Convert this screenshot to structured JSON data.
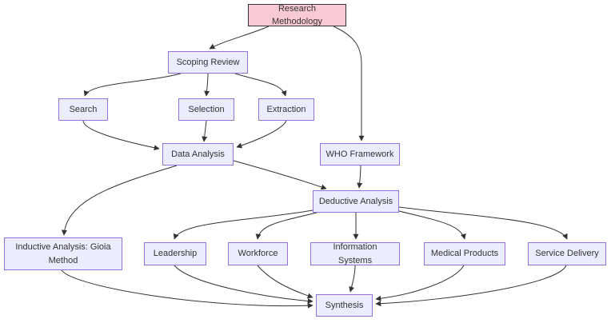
{
  "diagram": {
    "type": "flowchart",
    "direction": "top-down",
    "title": "Research Methodology flowchart"
  },
  "colors": {
    "node_fill": "#ECECFF",
    "node_border": "#9370DB",
    "highlight_fill": "#F9C9D4",
    "highlight_border": "#333333",
    "edge": "#333333",
    "text": "#333333",
    "background": "#FFFFFF"
  },
  "nodes": {
    "research": {
      "label": "Research Methodology",
      "highlighted": true
    },
    "scoping": {
      "label": "Scoping Review"
    },
    "search": {
      "label": "Search"
    },
    "selection": {
      "label": "Selection"
    },
    "extraction": {
      "label": "Extraction"
    },
    "data": {
      "label": "Data Analysis"
    },
    "who": {
      "label": "WHO Framework"
    },
    "deductive": {
      "label": "Deductive Analysis"
    },
    "inductive": {
      "label": "Inductive Analysis: Gioia Method"
    },
    "leadership": {
      "label": "Leadership"
    },
    "workforce": {
      "label": "Workforce"
    },
    "infosys": {
      "label": "Information Systems"
    },
    "medical": {
      "label": "Medical Products"
    },
    "service": {
      "label": "Service Delivery"
    },
    "synthesis": {
      "label": "Synthesis"
    }
  },
  "edges": [
    {
      "from": "Research Methodology",
      "to": "Scoping Review"
    },
    {
      "from": "Research Methodology",
      "to": "WHO Framework"
    },
    {
      "from": "Scoping Review",
      "to": "Search"
    },
    {
      "from": "Scoping Review",
      "to": "Selection"
    },
    {
      "from": "Scoping Review",
      "to": "Extraction"
    },
    {
      "from": "Search",
      "to": "Data Analysis"
    },
    {
      "from": "Selection",
      "to": "Data Analysis"
    },
    {
      "from": "Extraction",
      "to": "Data Analysis"
    },
    {
      "from": "Data Analysis",
      "to": "Inductive Analysis: Gioia Method"
    },
    {
      "from": "Data Analysis",
      "to": "Deductive Analysis"
    },
    {
      "from": "WHO Framework",
      "to": "Deductive Analysis"
    },
    {
      "from": "Deductive Analysis",
      "to": "Leadership"
    },
    {
      "from": "Deductive Analysis",
      "to": "Workforce"
    },
    {
      "from": "Deductive Analysis",
      "to": "Information Systems"
    },
    {
      "from": "Deductive Analysis",
      "to": "Medical Products"
    },
    {
      "from": "Deductive Analysis",
      "to": "Service Delivery"
    },
    {
      "from": "Inductive Analysis: Gioia Method",
      "to": "Synthesis"
    },
    {
      "from": "Leadership",
      "to": "Synthesis"
    },
    {
      "from": "Workforce",
      "to": "Synthesis"
    },
    {
      "from": "Information Systems",
      "to": "Synthesis"
    },
    {
      "from": "Medical Products",
      "to": "Synthesis"
    },
    {
      "from": "Service Delivery",
      "to": "Synthesis"
    }
  ]
}
